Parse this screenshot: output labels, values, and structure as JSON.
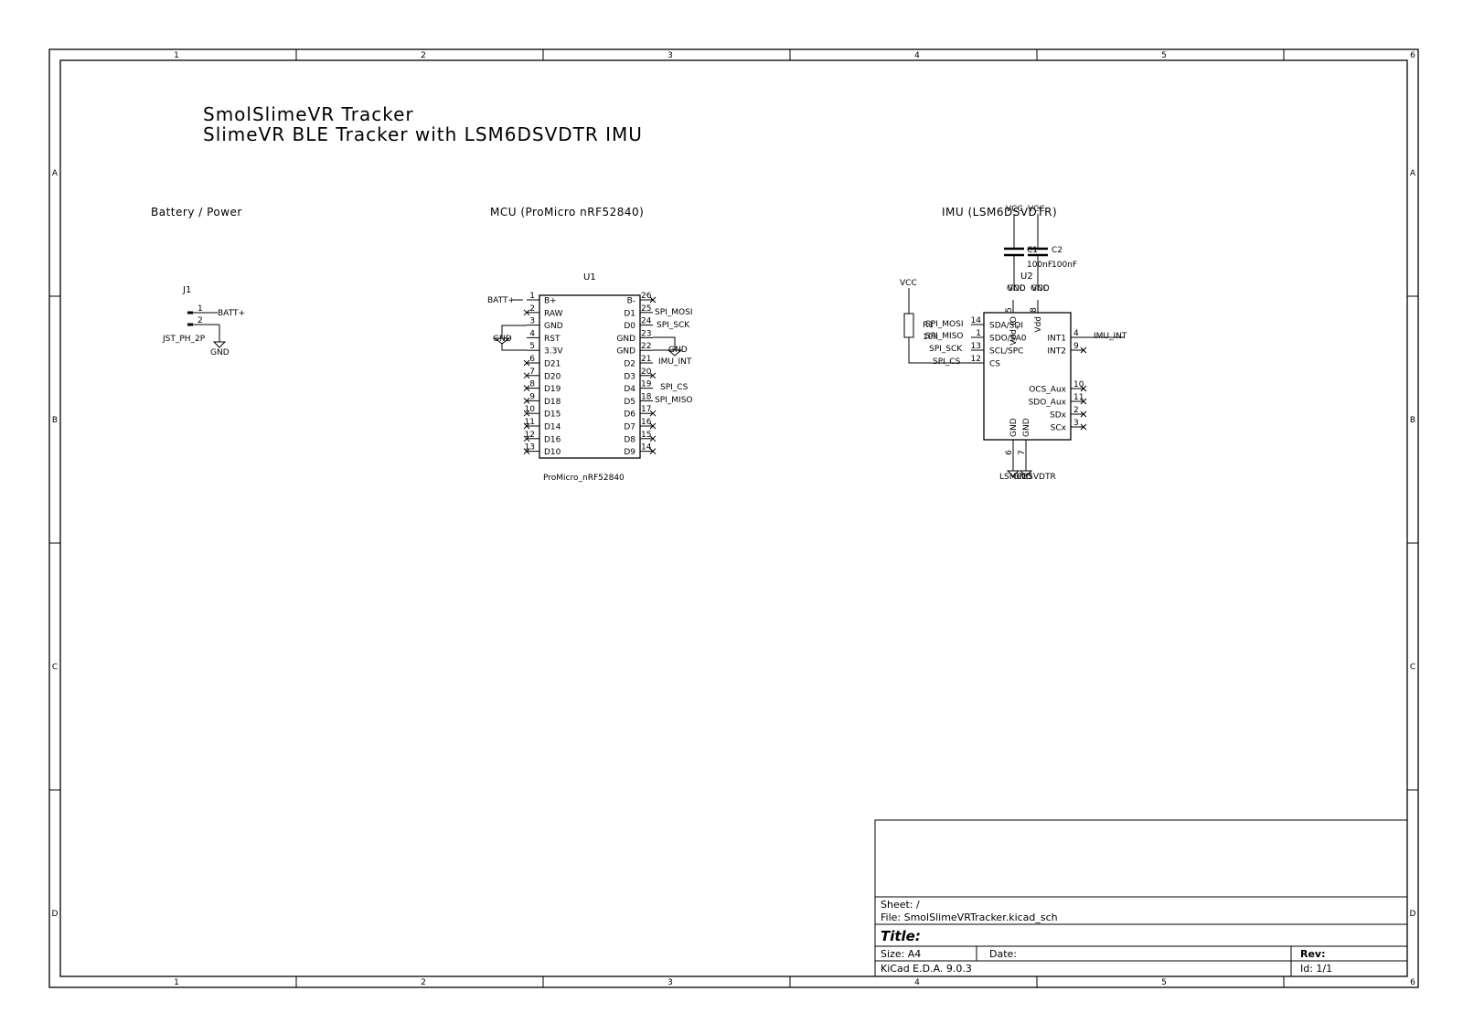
{
  "border": {
    "columns": [
      "1",
      "2",
      "3",
      "4",
      "5",
      "6"
    ],
    "rows": [
      "A",
      "B",
      "C",
      "D"
    ]
  },
  "header": {
    "title_line1": "SmolSlimeVR Tracker",
    "title_line2": "SlimeVR BLE Tracker with LSM6DSVDTR IMU"
  },
  "sections": {
    "power": "Battery / Power",
    "mcu": "MCU (ProMicro nRF52840)",
    "imu": "IMU (LSM6DSVDTR)"
  },
  "j1": {
    "ref": "J1",
    "value": "JST_PH_2P",
    "pin1": "1",
    "pin2": "2",
    "net1": "BATT+",
    "gnd": "GND"
  },
  "u1": {
    "ref": "U1",
    "value": "ProMicro_nRF52840",
    "left_pins": [
      {
        "num": "1",
        "name": "B+"
      },
      {
        "num": "2",
        "name": "RAW"
      },
      {
        "num": "3",
        "name": "GND"
      },
      {
        "num": "4",
        "name": "RST"
      },
      {
        "num": "5",
        "name": "3.3V"
      },
      {
        "num": "6",
        "name": "D21"
      },
      {
        "num": "7",
        "name": "D20"
      },
      {
        "num": "8",
        "name": "D19"
      },
      {
        "num": "9",
        "name": "D18"
      },
      {
        "num": "10",
        "name": "D15"
      },
      {
        "num": "11",
        "name": "D14"
      },
      {
        "num": "12",
        "name": "D16"
      },
      {
        "num": "13",
        "name": "D10"
      }
    ],
    "right_pins": [
      {
        "num": "26",
        "name": "B-"
      },
      {
        "num": "25",
        "name": "D1"
      },
      {
        "num": "24",
        "name": "D0"
      },
      {
        "num": "23",
        "name": "GND"
      },
      {
        "num": "22",
        "name": "GND"
      },
      {
        "num": "21",
        "name": "D2"
      },
      {
        "num": "20",
        "name": "D3"
      },
      {
        "num": "19",
        "name": "D4"
      },
      {
        "num": "18",
        "name": "D5"
      },
      {
        "num": "17",
        "name": "D6"
      },
      {
        "num": "16",
        "name": "D7"
      },
      {
        "num": "15",
        "name": "D8"
      },
      {
        "num": "14",
        "name": "D9"
      }
    ],
    "net_batt": "BATT+",
    "net_gnd_left": "GND",
    "net_mosi": "SPI_MOSI",
    "net_sck": "SPI_SCK",
    "net_gnd_right": "GND",
    "net_imuint": "IMU_INT",
    "net_cs": "SPI_CS",
    "net_miso": "SPI_MISO"
  },
  "u2": {
    "ref": "U2",
    "value": "LSM6DSVDTR",
    "left_pins": [
      {
        "num": "14",
        "name": "SDA/SDI"
      },
      {
        "num": "1",
        "name": "SDO/SA0"
      },
      {
        "num": "13",
        "name": "SCL/SPC"
      },
      {
        "num": "12",
        "name": "CS"
      }
    ],
    "right_pins": [
      {
        "num": "4",
        "name": "INT1"
      },
      {
        "num": "9",
        "name": "INT2"
      },
      {
        "num": "10",
        "name": "OCS_Aux"
      },
      {
        "num": "11",
        "name": "SDO_Aux"
      },
      {
        "num": "2",
        "name": "SDx"
      },
      {
        "num": "3",
        "name": "SCx"
      }
    ],
    "top_pins": [
      {
        "num": "5",
        "name": "Vdd_IO"
      },
      {
        "num": "8",
        "name": "Vdd"
      }
    ],
    "bottom_pins": [
      {
        "num": "6",
        "name": "GND"
      },
      {
        "num": "7",
        "name": "GND"
      }
    ],
    "net_mosi": "SPI_MOSI",
    "net_miso": "SPI_MISO",
    "net_sck": "SPI_SCK",
    "net_cs": "SPI_CS",
    "net_int": "IMU_INT",
    "vcc": "VCC",
    "gnd": "GND"
  },
  "caps": {
    "c1": {
      "ref": "C1",
      "value": "100nF"
    },
    "c2": {
      "ref": "C2",
      "value": "100nF"
    },
    "vcc": "VCC",
    "gnd": "GND"
  },
  "r1": {
    "ref": "R1",
    "value": "10k",
    "vcc": "VCC"
  },
  "title_block": {
    "sheet": "Sheet: /",
    "file": "File: SmolSlimeVRTracker.kicad_sch",
    "title": "Title:",
    "size": "Size: A4",
    "date": "Date:",
    "rev": "Rev:",
    "tool": "KiCad E.D.A. 9.0.3",
    "id": "Id: 1/1"
  }
}
